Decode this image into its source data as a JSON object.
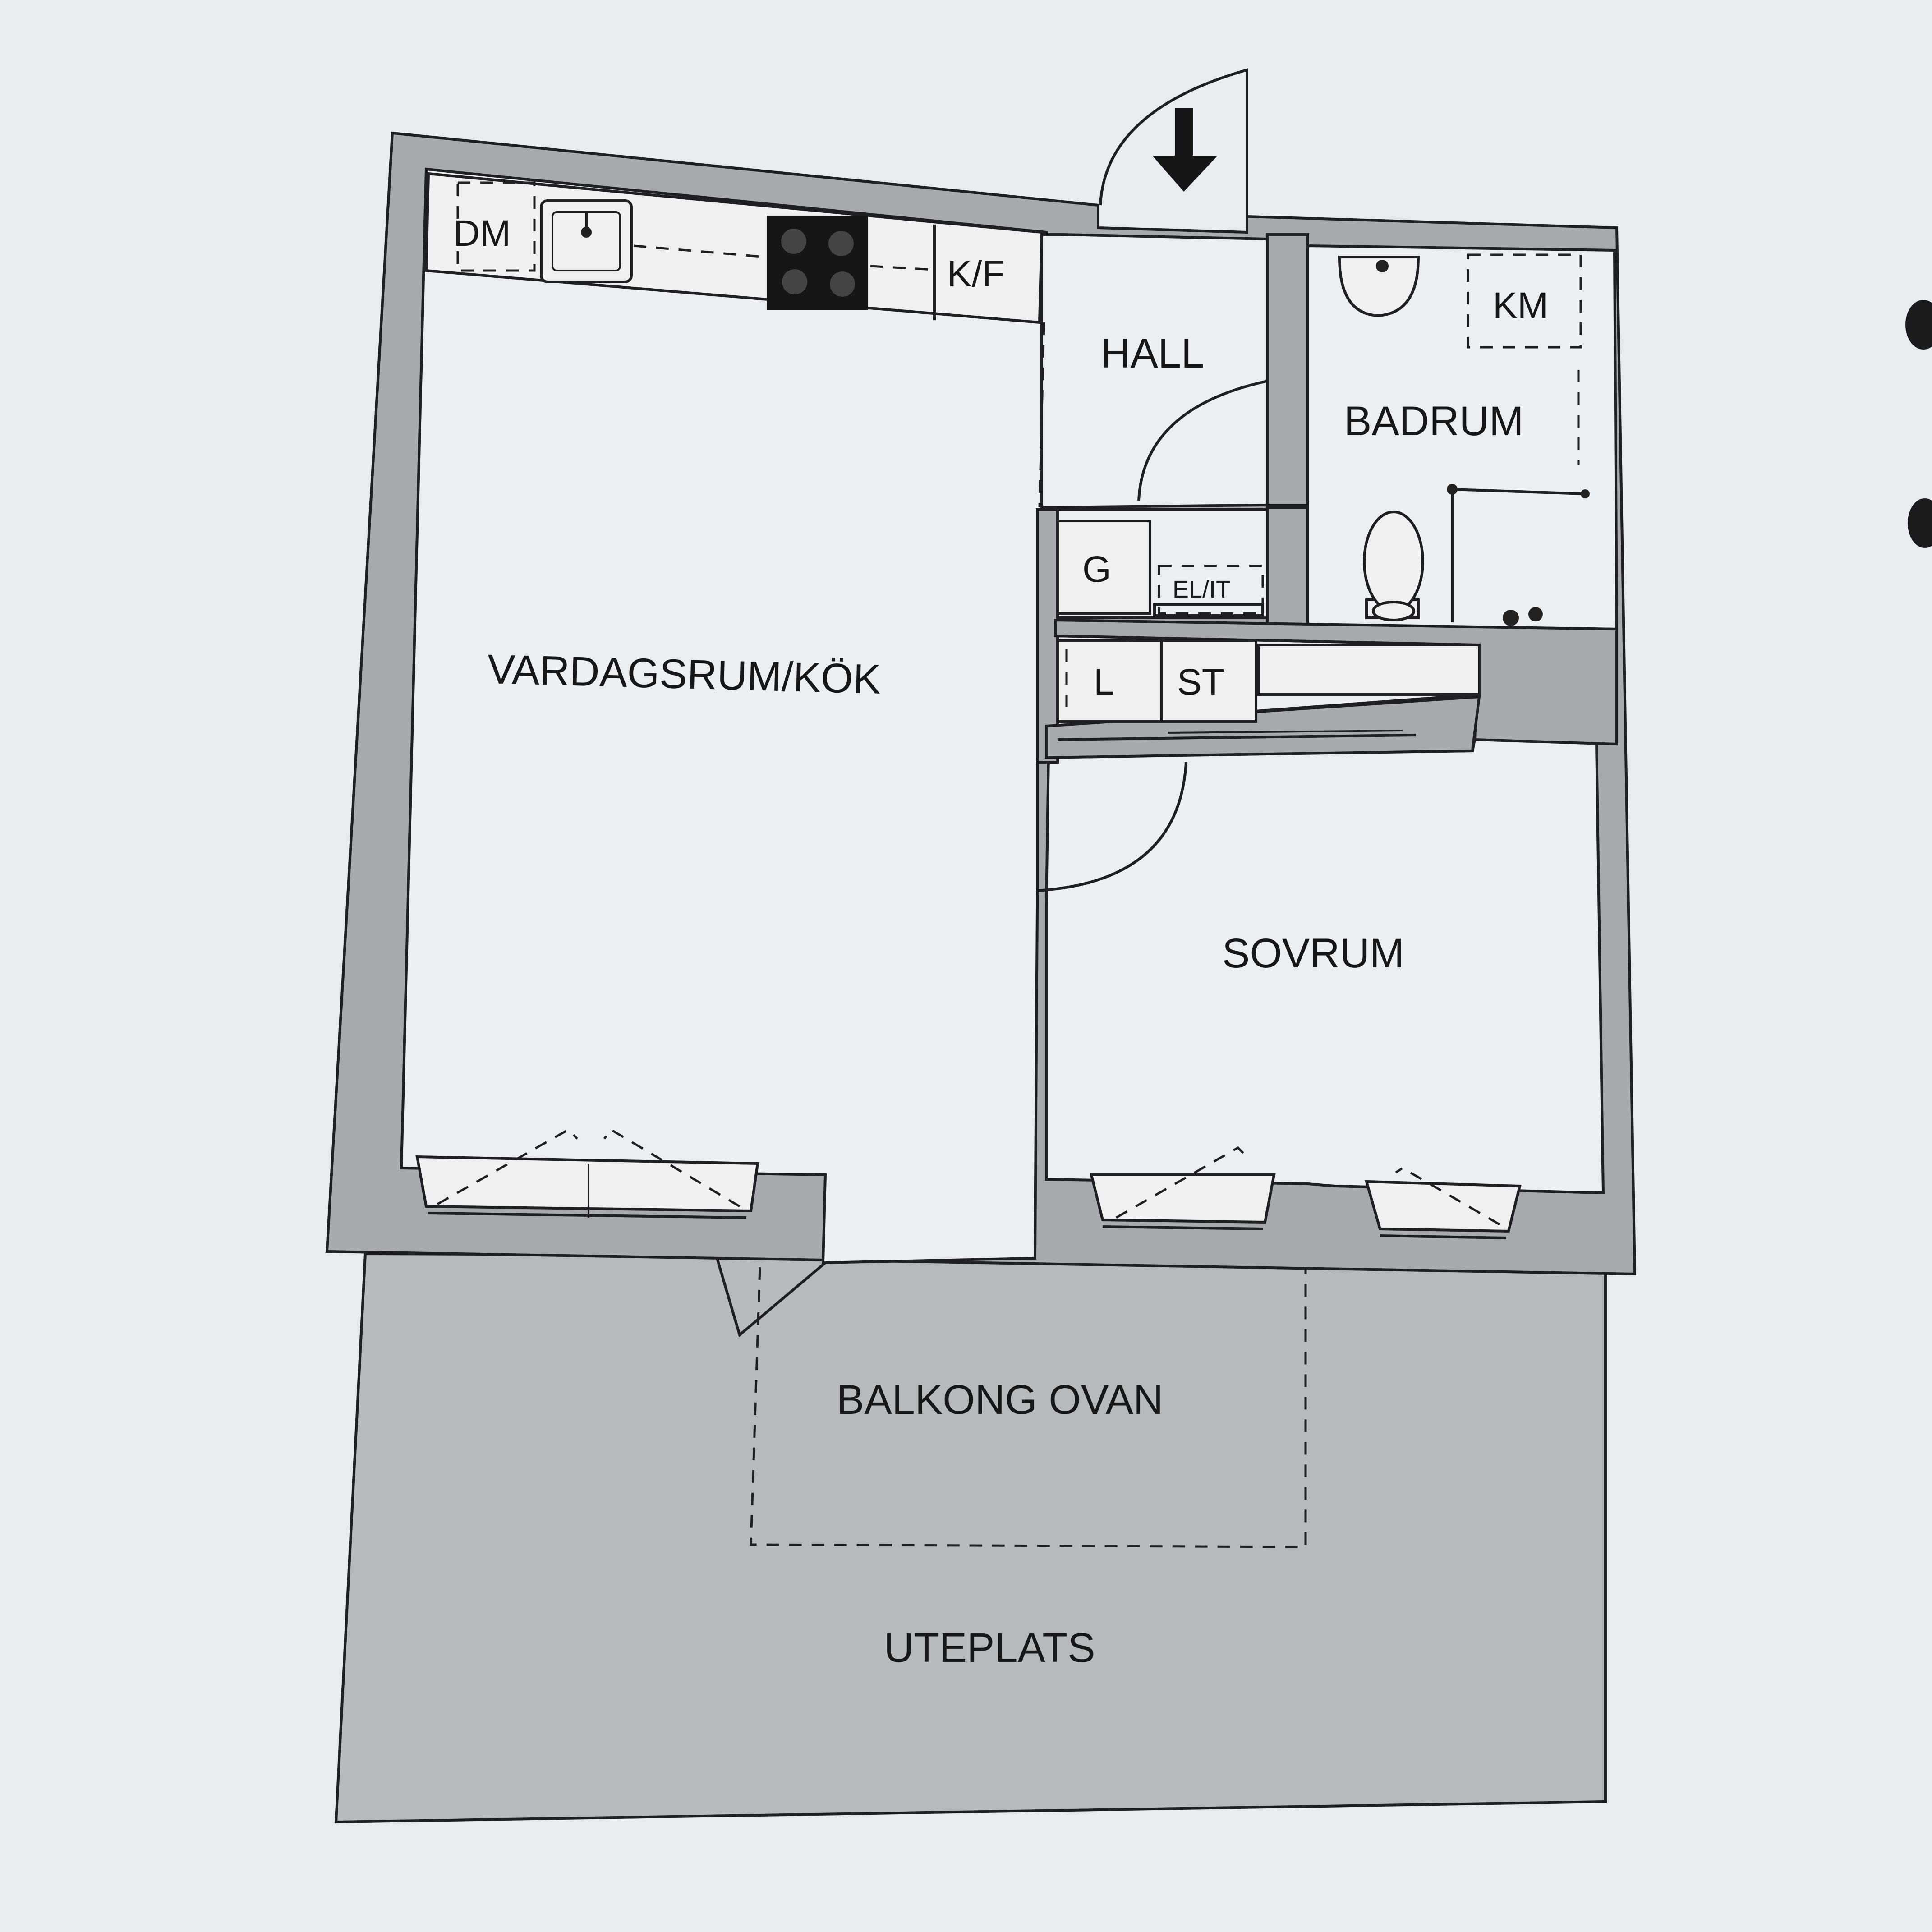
{
  "rooms": {
    "living_kitchen": "VARDAGSRUM/KÖK",
    "hall": "HALL",
    "bathroom": "BADRUM",
    "bedroom": "SOVRUM",
    "balcony_above": "BALKONG OVAN",
    "patio": "UTEPLATS"
  },
  "fixtures": {
    "dishwasher": "DM",
    "fridge_freezer": "K/F",
    "washing_machine": "KM",
    "wardrobe": "G",
    "electrical_it": "EL/IT",
    "linen": "L",
    "storage": "ST"
  },
  "icons": {
    "entrance": "arrow-down-icon",
    "sink": "sink-icon",
    "stove": "stove-icon",
    "washbasin": "washbasin-icon",
    "toilet": "toilet-icon"
  },
  "colors": {
    "wall": "#a7abaf",
    "floor": "#eceff2",
    "outside": "#b6babd",
    "lines": "#1d1f22",
    "background": "#e8ebef"
  }
}
